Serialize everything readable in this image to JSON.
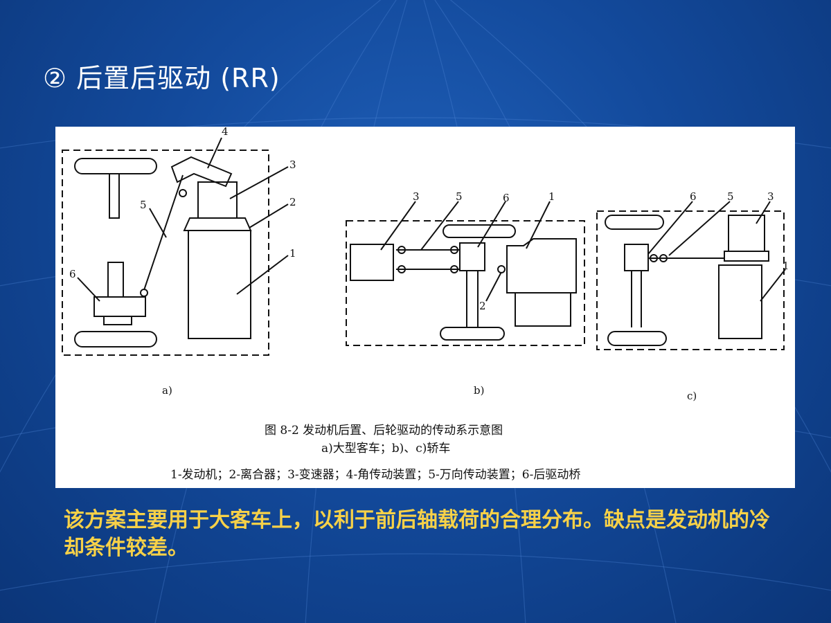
{
  "slide": {
    "title": "② 后置后驱动 (RR)",
    "body": "该方案主要用于大客车上，以利于前后轴载荷的合理分布。缺点是发动机的冷却条件较差。"
  },
  "figure": {
    "panel_a_label": "a)",
    "panel_b_label": "b)",
    "panel_c_label": "c)",
    "caption_title": "图 8-2   发动机后置、后轮驱动的传动系示意图",
    "caption_sub": "a)大型客车；b)、c)轿车",
    "legend": "1-发动机；2-离合器；3-变速器；4-角传动装置；5-万向传动装置；6-后驱动桥",
    "panel_a_callouts": [
      "4",
      "3",
      "2",
      "5",
      "1",
      "6"
    ],
    "panel_b_callouts": [
      "3",
      "5",
      "6",
      "1",
      "2"
    ],
    "panel_c_callouts": [
      "6",
      "5",
      "3",
      "1"
    ]
  },
  "colors": {
    "background": "#134a9c",
    "title": "#ffffff",
    "body_text": "#f7d148",
    "figure_bg": "#ffffff"
  }
}
